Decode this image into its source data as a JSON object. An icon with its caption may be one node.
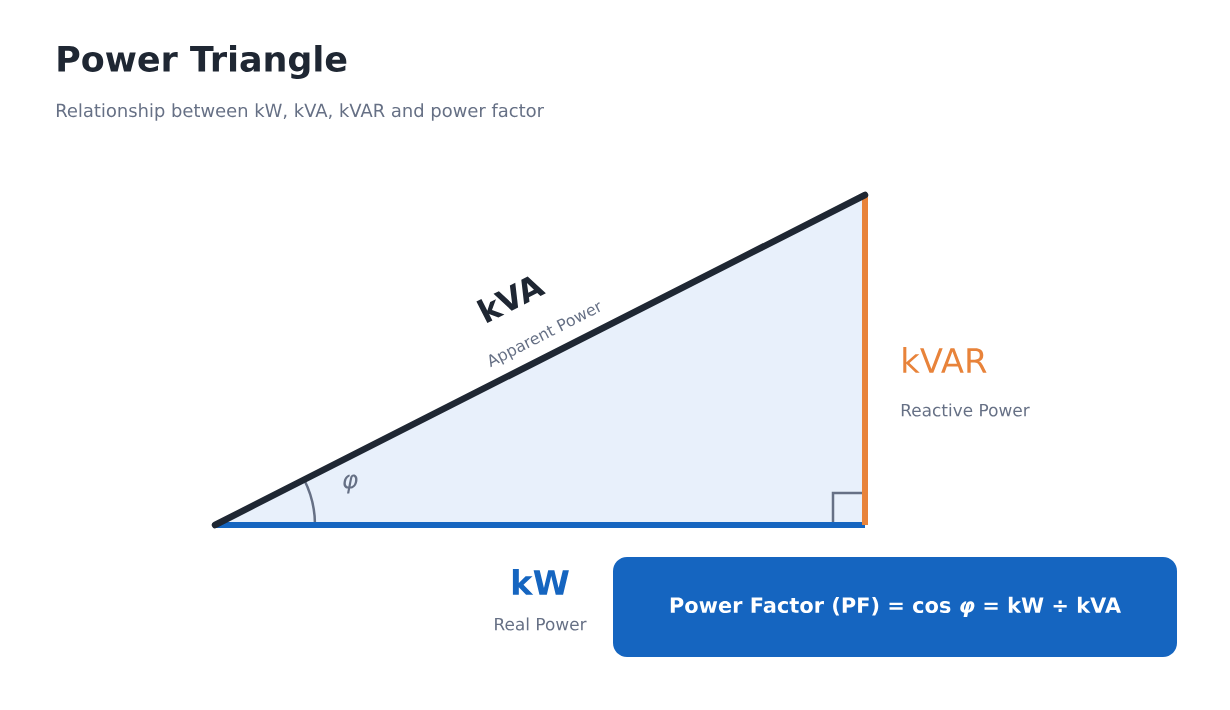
{
  "diagram": {
    "title": "Power Triangle",
    "nodes": [
      {
        "text": [
          "Power Factor (PF) = cos *φ* = kW ÷ kVA"
        ]
      }
    ],
    "edges": [],
    "labels": [
      "Relationship between kW, kVA, kVAR and power factor",
      "kVA",
      "Apparent Power",
      "kVAR",
      "Reactive Power",
      "φ",
      "kW",
      "Real Power"
    ]
  }
}
